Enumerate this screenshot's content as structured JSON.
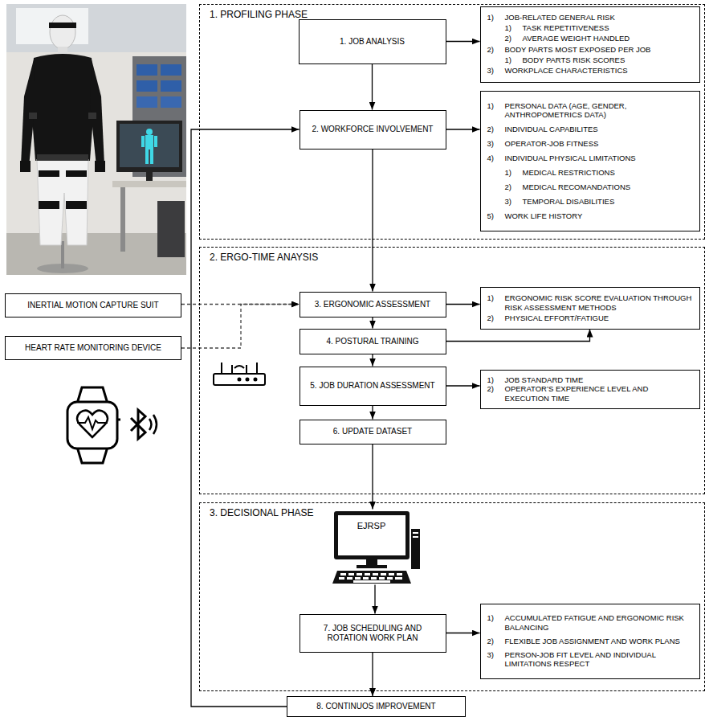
{
  "diagram": {
    "nodes": [
      {
        "text": [
          "1. PROFILING PHASE"
        ]
      },
      {
        "text": [
          "1. JOB ANALYSIS"
        ],
        "in": 0
      },
      {
        "text": [
          "1)",
          "JOB-RELATED GENERAL RISK",
          "1)",
          "TASK REPETITIVENESS",
          "2)",
          "AVERAGE WEIGHT HANDLED",
          "2)",
          "BODY PARTS MOST EXPOSED PER JOB",
          "1)",
          "BODY PARTS RISK SCORES",
          "3)",
          "WORKPLACE CHARACTERISTICS"
        ],
        "in": 0
      },
      {
        "text": [
          "2. WORKFORCE INVOLVEMENT"
        ],
        "in": 0
      },
      {
        "text": [
          "1)",
          "PERSONAL DATA (AGE, GENDER, ANTHROPOMETRICS DATA)",
          "2)",
          "INDIVIDUAL CAPABILITES",
          "3)",
          "OPERATOR-JOB FITNESS",
          "4)",
          "INDIVIDUAL PHYSICAL LIMITATIONS",
          "1)",
          "MEDICAL RESTRICTIONS",
          "2)",
          "MEDICAL RECOMANDATIONS",
          "3)",
          "TEMPORAL DISABILITIES",
          "5)",
          "WORK LIFE HISTORY"
        ],
        "in": 0
      },
      {
        "text": [
          "2. ERGO-TIME ANAYSIS"
        ]
      },
      {
        "text": [
          "3. ERGONOMIC ASSESSMENT"
        ],
        "in": 5
      },
      {
        "text": [
          "1)",
          "ERGONOMIC RISK SCORE EVALUATION THROUGH RISK ASSESSMENT METHODS",
          "2)",
          "PHYSICAL EFFORT/FATIGUE"
        ],
        "in": 5
      },
      {
        "text": [
          "4. POSTURAL TRAINING"
        ],
        "in": 5
      },
      {
        "text": [
          "5. JOB DURATION ASSESSMENT"
        ],
        "in": 5
      },
      {
        "text": [
          "1)",
          "JOB STANDARD TIME",
          "2)",
          "OPERATOR’S EXPERIENCE LEVEL AND EXECUTION TIME"
        ],
        "in": 5
      },
      {
        "text": [
          "6. UPDATE DATASET"
        ],
        "in": 5
      },
      {
        "text": [
          "3. DECISIONAL PHASE"
        ]
      },
      {
        "text": [
          "EJRSP"
        ],
        "in": 12
      },
      {
        "text": [
          "7. JOB SCHEDULING AND ROTATION WORK PLAN"
        ],
        "in": 12
      },
      {
        "text": [
          "1)",
          "ACCUMULATED FATIGUE AND ERGONOMIC RISK BALANCING",
          "2)",
          "FLEXIBLE JOB ASSIGNMENT AND WORK PLANS",
          "3)",
          "PERSON-JOB FIT LEVEL AND INDIVIDUAL LIMITATIONS RESPECT"
        ],
        "in": 12
      },
      {
        "text": [
          "8. CONTINUOS IMPROVEMENT"
        ]
      },
      {
        "text": [
          "INERTIAL MOTION CAPTURE SUIT"
        ]
      },
      {
        "text": [
          "HEART RATE MONITORING DEVICE"
        ]
      }
    ],
    "edges": [
      {
        "from": 1,
        "to": 2,
        "arrow": "to"
      },
      {
        "from": 1,
        "to": 3,
        "arrow": "to"
      },
      {
        "from": 3,
        "to": 4,
        "arrow": "to"
      },
      {
        "from": 3,
        "to": 6,
        "arrow": "to"
      },
      {
        "from": 6,
        "to": 7,
        "arrow": "to"
      },
      {
        "from": 6,
        "to": 8,
        "arrow": "to"
      },
      {
        "from": 8,
        "to": 7,
        "arrow": "to"
      },
      {
        "from": 8,
        "to": 9,
        "arrow": "to"
      },
      {
        "from": 9,
        "to": 10,
        "arrow": "to"
      },
      {
        "from": 9,
        "to": 11,
        "arrow": "to"
      },
      {
        "from": 11,
        "to": 13,
        "arrow": "to"
      },
      {
        "from": 13,
        "to": 14,
        "arrow": "to"
      },
      {
        "from": 14,
        "to": 15,
        "arrow": "to"
      },
      {
        "from": 14,
        "to": 16,
        "arrow": "to"
      },
      {
        "from": 16,
        "to": 3,
        "arrow": "to"
      },
      {
        "from": 17,
        "to": 6,
        "arrow": "to"
      },
      {
        "from": 18,
        "to": 6,
        "arrow": "to"
      }
    ]
  }
}
